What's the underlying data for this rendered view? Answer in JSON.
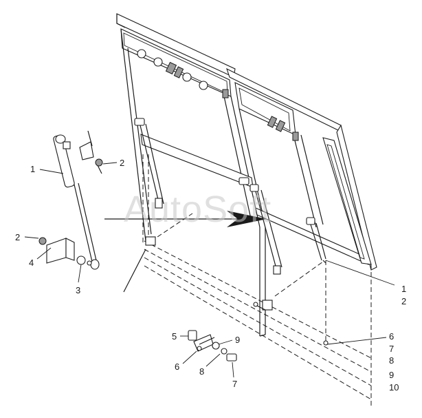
{
  "watermark": "AutoSoft",
  "callouts": [
    {
      "id": "c1a",
      "text": "1"
    },
    {
      "id": "c2a",
      "text": "2"
    },
    {
      "id": "c2b",
      "text": "2"
    },
    {
      "id": "c4",
      "text": "4"
    },
    {
      "id": "c3",
      "text": "3"
    },
    {
      "id": "c1r",
      "text": "1"
    },
    {
      "id": "c2r",
      "text": "2"
    },
    {
      "id": "c5",
      "text": "5"
    },
    {
      "id": "c9a",
      "text": "9"
    },
    {
      "id": "c6a",
      "text": "6"
    },
    {
      "id": "c8a",
      "text": "8"
    },
    {
      "id": "c7a",
      "text": "7"
    },
    {
      "id": "c6r",
      "text": "6"
    },
    {
      "id": "c7r",
      "text": "7"
    },
    {
      "id": "c8r",
      "text": "8"
    },
    {
      "id": "c9r",
      "text": "9"
    },
    {
      "id": "c10r",
      "text": "10"
    }
  ]
}
